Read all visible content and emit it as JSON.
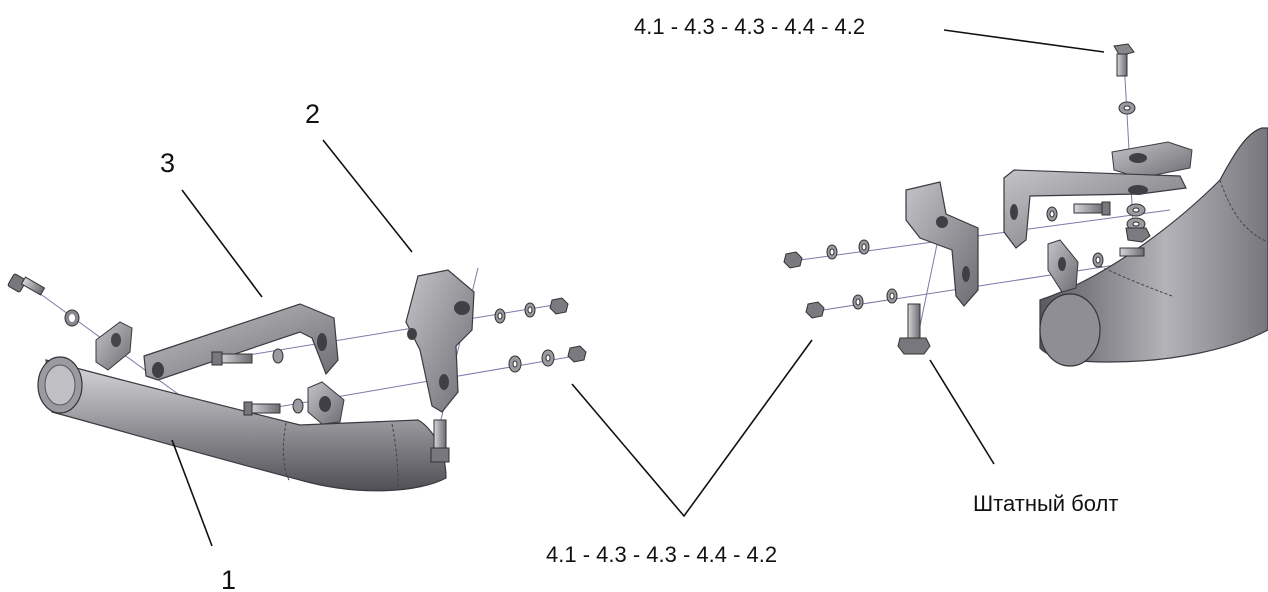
{
  "callouts": {
    "part_1": "1",
    "part_2": "2",
    "part_3": "3",
    "top_sequence": "4.1 - 4.3 - 4.3 - 4.4 - 4.2",
    "bottom_sequence": "4.1 - 4.3 - 4.3 - 4.4 - 4.2",
    "standard_bolt": "Штатный болт"
  },
  "colors": {
    "metal_light": "#b9b9bd",
    "metal_mid": "#8e8e94",
    "metal_dark": "#55555b",
    "axis_line": "#7a7aa8",
    "leader_line": "#111111"
  }
}
